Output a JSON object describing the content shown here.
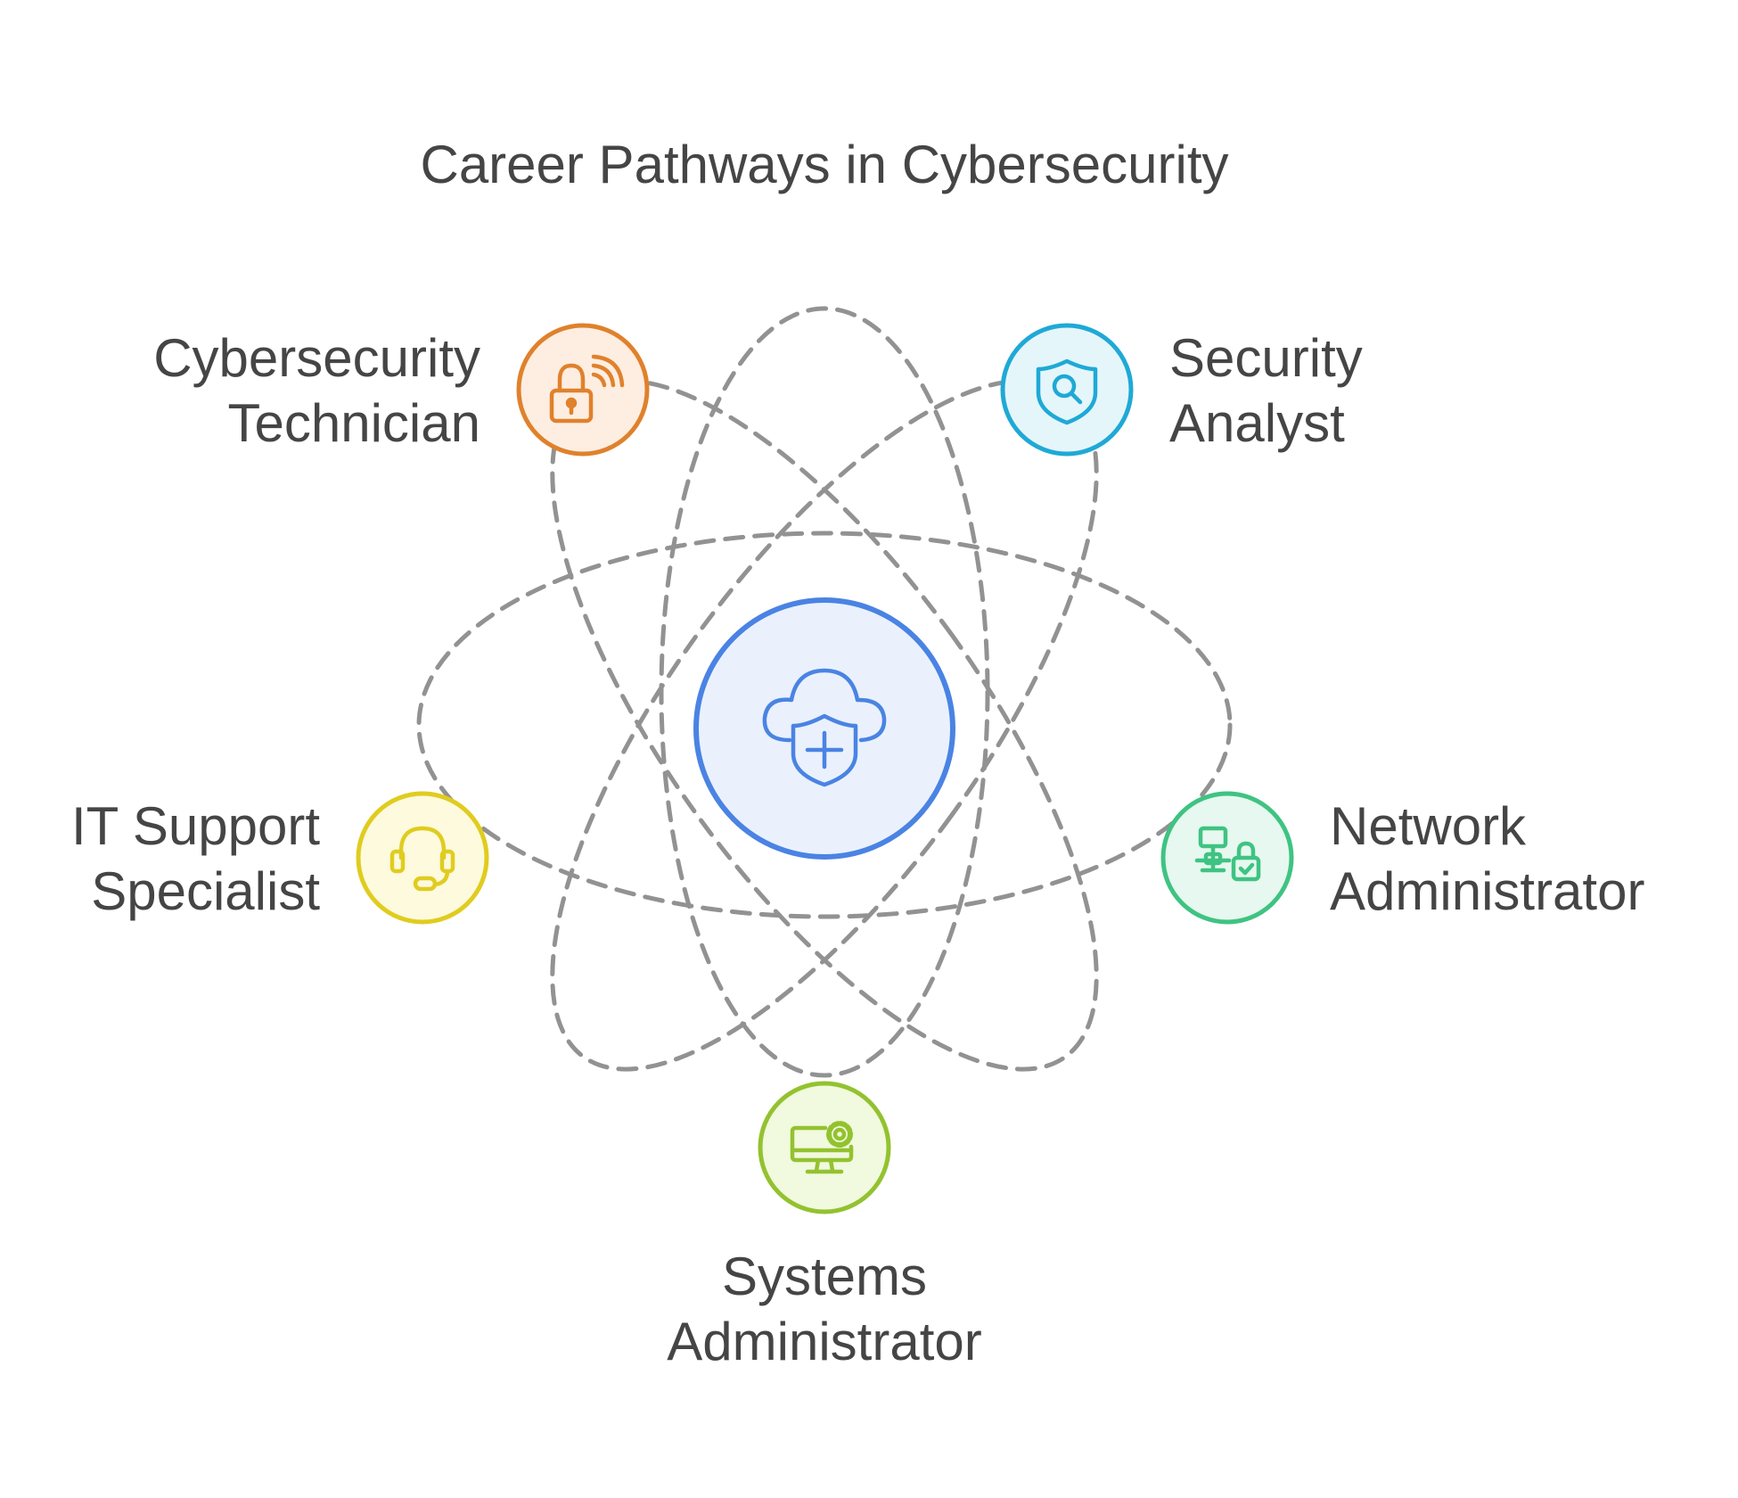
{
  "title": "Career Pathways in Cybersecurity",
  "center": {
    "icon": "cloud-shield-icon",
    "fill": "#eaf1fd",
    "stroke": "#4a83e3"
  },
  "roles": [
    {
      "id": "cybersecurity-technician",
      "lines": [
        "Cybersecurity",
        "Technician"
      ],
      "icon": "lock-wifi-icon",
      "fill": "#fdeee1",
      "stroke": "#e0812c"
    },
    {
      "id": "security-analyst",
      "lines": [
        "Security",
        "Analyst"
      ],
      "icon": "shield-search-icon",
      "fill": "#e5f6fb",
      "stroke": "#1fa9d6"
    },
    {
      "id": "it-support-specialist",
      "lines": [
        "IT Support",
        "Specialist"
      ],
      "icon": "headset-icon",
      "fill": "#fdfadd",
      "stroke": "#e0cc1f"
    },
    {
      "id": "network-administrator",
      "lines": [
        "Network",
        "Administrator"
      ],
      "icon": "network-lock-icon",
      "fill": "#e6f8ef",
      "stroke": "#3fc382"
    },
    {
      "id": "systems-administrator",
      "lines": [
        "Systems",
        "Administrator"
      ],
      "icon": "monitor-gear-icon",
      "fill": "#f1f9de",
      "stroke": "#93c22f"
    }
  ]
}
